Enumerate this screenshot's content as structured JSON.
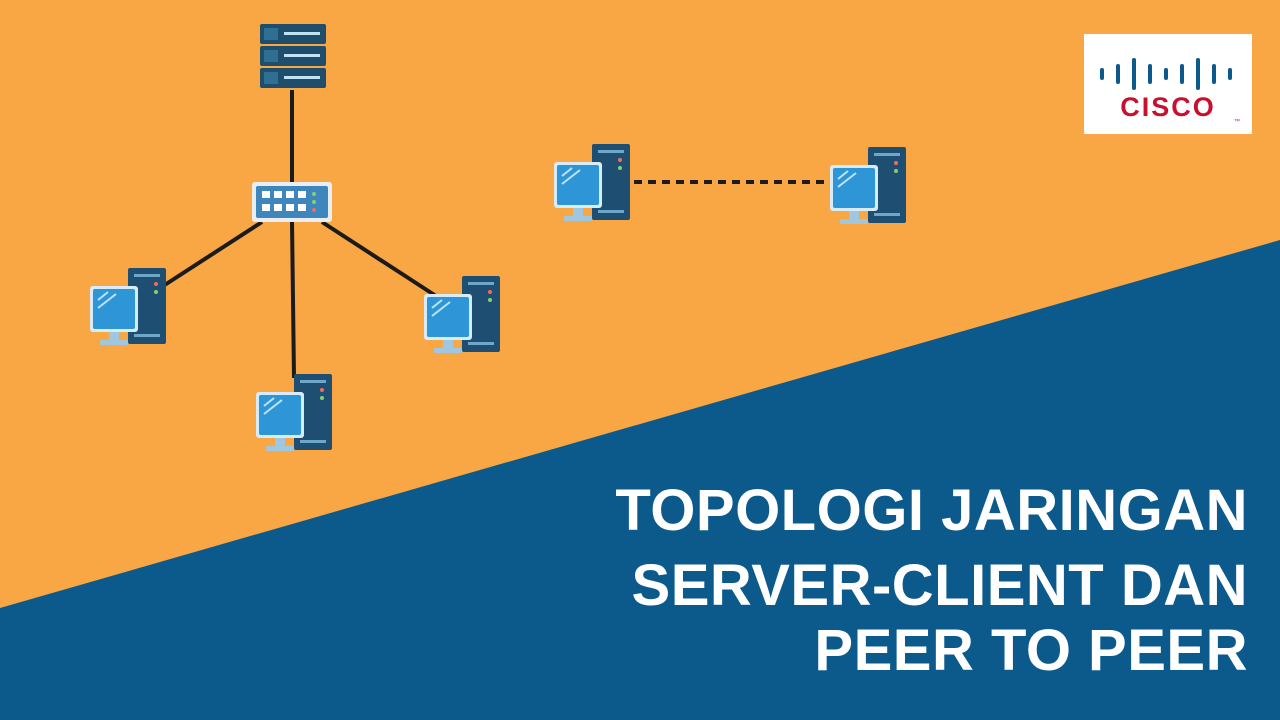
{
  "colors": {
    "background_orange": "#F9A644",
    "band_blue": "#0C5A8C",
    "link_line": "#1b1b1b",
    "server_dark": "#1f4e6d",
    "server_light": "#2f6f92",
    "device_case": "#1e4f72",
    "monitor_screen": "#2e96d6",
    "switch_body": "#3f86bd",
    "logo_red": "#C8102E",
    "logo_blue": "#0C5A8C",
    "title_text": "#FFFFFF"
  },
  "logo": {
    "wordmark": "CISCO",
    "trademark": "™"
  },
  "title": {
    "line1": "TOPOLOGI JARINGAN",
    "line2": "SERVER-CLIENT DAN",
    "line3": "PEER TO PEER"
  },
  "diagram": {
    "server_client": {
      "nodes": [
        "server",
        "switch",
        "client-left",
        "client-bottom",
        "client-right"
      ],
      "links": [
        [
          "server",
          "switch"
        ],
        [
          "switch",
          "client-left"
        ],
        [
          "switch",
          "client-bottom"
        ],
        [
          "switch",
          "client-right"
        ]
      ]
    },
    "peer_to_peer": {
      "nodes": [
        "peer-left",
        "peer-right"
      ],
      "links": [
        [
          "peer-left",
          "peer-right"
        ]
      ],
      "link_style": "dashed"
    }
  }
}
